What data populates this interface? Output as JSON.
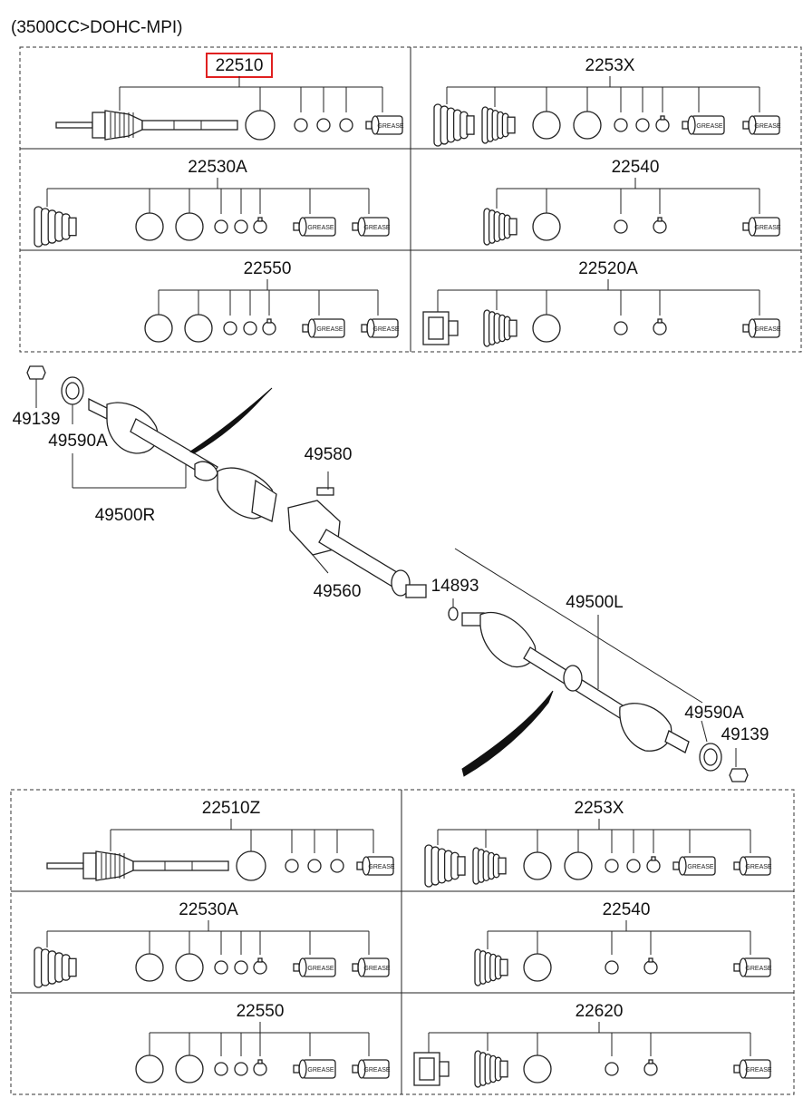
{
  "header": "(3500CC>DOHC-MPI)",
  "highlight_color": "#e02020",
  "top_panels": {
    "p1": "22510",
    "p2": "2253X",
    "p3": "22530A",
    "p4": "22540",
    "p5": "22550",
    "p6": "22520A"
  },
  "bottom_panels": {
    "p1": "22510Z",
    "p2": "2253X",
    "p3": "22530A",
    "p4": "22540",
    "p5": "22550",
    "p6": "22620"
  },
  "grease_label": "GREASE",
  "callouts": {
    "c49139a": "49139",
    "c49590a_a": "49590A",
    "c49500r": "49500R",
    "c49580": "49580",
    "c49560": "49560",
    "c14893": "14893",
    "c49500l": "49500L",
    "c49590a_b": "49590A",
    "c49139b": "49139"
  }
}
